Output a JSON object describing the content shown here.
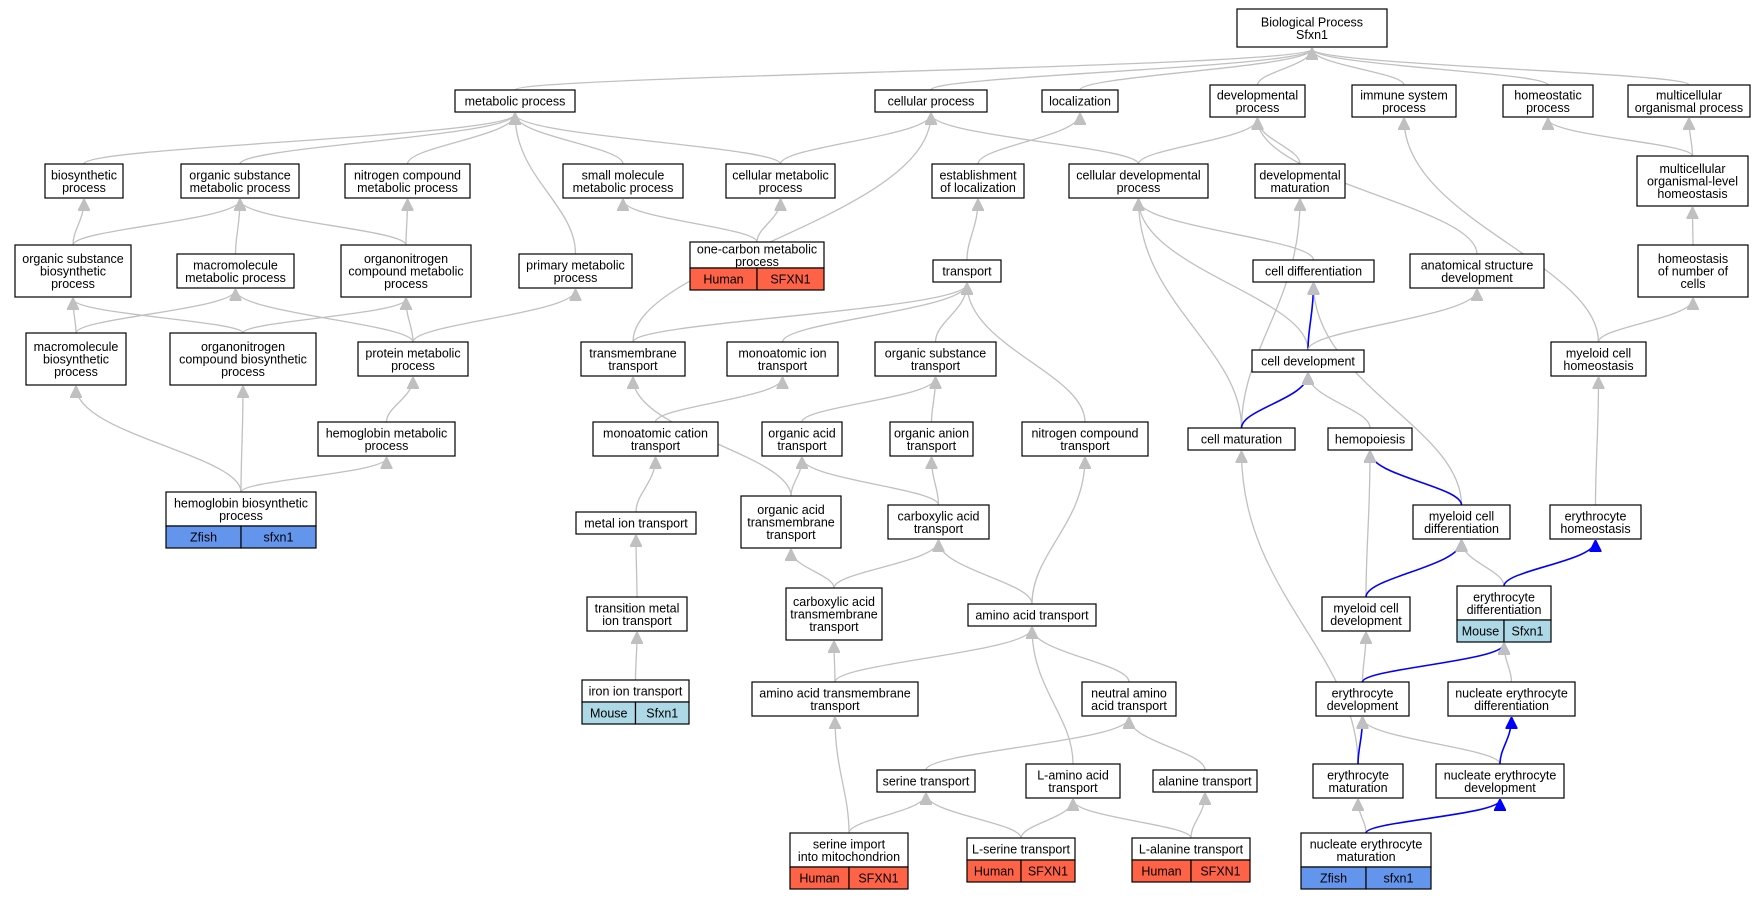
{
  "graph": {
    "colors": {
      "human": "#ff6347",
      "mouse": "#add8e6",
      "zfish": "#6495ed",
      "edge_default": "#c0c0c0",
      "edge_highlight": "#0000ff",
      "node_border": "#000000",
      "node_fill": "#ffffff"
    },
    "nodes": [
      {
        "id": "root",
        "lines": [
          "Biological Process",
          "Sfxn1"
        ]
      },
      {
        "id": "metabolic",
        "lines": [
          "metabolic process"
        ]
      },
      {
        "id": "cellular",
        "lines": [
          "cellular process"
        ]
      },
      {
        "id": "localization",
        "lines": [
          "localization"
        ]
      },
      {
        "id": "developmental",
        "lines": [
          "developmental",
          "process"
        ]
      },
      {
        "id": "immune",
        "lines": [
          "immune system",
          "process"
        ]
      },
      {
        "id": "homeostatic",
        "lines": [
          "homeostatic",
          "process"
        ]
      },
      {
        "id": "multicellular",
        "lines": [
          "multicellular",
          "organismal process"
        ]
      },
      {
        "id": "biosynthetic",
        "lines": [
          "biosynthetic",
          "process"
        ]
      },
      {
        "id": "orgsubmet",
        "lines": [
          "organic substance",
          "metabolic process"
        ]
      },
      {
        "id": "nitrocompmet",
        "lines": [
          "nitrogen compound",
          "metabolic process"
        ]
      },
      {
        "id": "smallmol",
        "lines": [
          "small molecule",
          "metabolic process"
        ]
      },
      {
        "id": "cellmet",
        "lines": [
          "cellular metabolic",
          "process"
        ]
      },
      {
        "id": "estloc",
        "lines": [
          "establishment",
          "of localization"
        ]
      },
      {
        "id": "celldevproc",
        "lines": [
          "cellular developmental",
          "process"
        ]
      },
      {
        "id": "devmat",
        "lines": [
          "developmental",
          "maturation"
        ]
      },
      {
        "id": "multihomeo",
        "lines": [
          "multicellular",
          "organismal-level",
          "homeostasis"
        ]
      },
      {
        "id": "orgsubbio",
        "lines": [
          "organic substance",
          "biosynthetic",
          "process"
        ]
      },
      {
        "id": "macromet",
        "lines": [
          "macromolecule",
          "metabolic process"
        ]
      },
      {
        "id": "orgnitmet",
        "lines": [
          "organonitrogen",
          "compound metabolic",
          "process"
        ]
      },
      {
        "id": "primmet",
        "lines": [
          "primary metabolic",
          "process"
        ]
      },
      {
        "id": "onecarbon",
        "lines": [
          "one-carbon metabolic",
          "process"
        ],
        "badges": [
          {
            "species": "Human",
            "gene": "SFXN1",
            "color": "#ff6347"
          }
        ]
      },
      {
        "id": "transport",
        "lines": [
          "transport"
        ]
      },
      {
        "id": "celldiff",
        "lines": [
          "cell differentiation"
        ]
      },
      {
        "id": "anatstruct",
        "lines": [
          "anatomical structure",
          "development"
        ]
      },
      {
        "id": "homeonum",
        "lines": [
          "homeostasis",
          "of number of",
          "cells"
        ]
      },
      {
        "id": "macrobio",
        "lines": [
          "macromolecule",
          "biosynthetic",
          "process"
        ]
      },
      {
        "id": "orgnitbio",
        "lines": [
          "organonitrogen",
          "compound biosynthetic",
          "process"
        ]
      },
      {
        "id": "protmet",
        "lines": [
          "protein metabolic",
          "process"
        ]
      },
      {
        "id": "tmtransport",
        "lines": [
          "transmembrane",
          "transport"
        ]
      },
      {
        "id": "monotransport",
        "lines": [
          "monoatomic ion",
          "transport"
        ]
      },
      {
        "id": "orgsubtrans",
        "lines": [
          "organic substance",
          "transport"
        ]
      },
      {
        "id": "celldev",
        "lines": [
          "cell development"
        ]
      },
      {
        "id": "myelhomeo",
        "lines": [
          "myeloid cell",
          "homeostasis"
        ]
      },
      {
        "id": "hemomet",
        "lines": [
          "hemoglobin metabolic",
          "process"
        ]
      },
      {
        "id": "monocation",
        "lines": [
          "monoatomic cation",
          "transport"
        ]
      },
      {
        "id": "orgacid",
        "lines": [
          "organic acid",
          "transport"
        ]
      },
      {
        "id": "organion",
        "lines": [
          "organic anion",
          "transport"
        ]
      },
      {
        "id": "nitrotrans",
        "lines": [
          "nitrogen compound",
          "transport"
        ]
      },
      {
        "id": "cellmat",
        "lines": [
          "cell maturation"
        ]
      },
      {
        "id": "hemopoiesis",
        "lines": [
          "hemopoiesis"
        ]
      },
      {
        "id": "hemobio",
        "lines": [
          "hemoglobin biosynthetic",
          "process"
        ],
        "badges": [
          {
            "species": "Zfish",
            "gene": "sfxn1",
            "color": "#6495ed"
          }
        ]
      },
      {
        "id": "metalion",
        "lines": [
          "metal ion transport"
        ]
      },
      {
        "id": "orgacidtm",
        "lines": [
          "organic acid",
          "transmembrane",
          "transport"
        ]
      },
      {
        "id": "carbacid",
        "lines": [
          "carboxylic acid",
          "transport"
        ]
      },
      {
        "id": "myeldiff",
        "lines": [
          "myeloid cell",
          "differentiation"
        ]
      },
      {
        "id": "erythhomeo",
        "lines": [
          "erythrocyte",
          "homeostasis"
        ]
      },
      {
        "id": "transmetal",
        "lines": [
          "transition metal",
          "ion transport"
        ]
      },
      {
        "id": "carbacidtm",
        "lines": [
          "carboxylic acid",
          "transmembrane",
          "transport"
        ]
      },
      {
        "id": "aminotrans",
        "lines": [
          "amino acid transport"
        ]
      },
      {
        "id": "myeldev",
        "lines": [
          "myeloid cell",
          "development"
        ]
      },
      {
        "id": "erythdiff",
        "lines": [
          "erythrocyte",
          "differentiation"
        ],
        "badges": [
          {
            "species": "Mouse",
            "gene": "Sfxn1",
            "color": "#add8e6"
          }
        ]
      },
      {
        "id": "ironion",
        "lines": [
          "iron ion transport"
        ],
        "badges": [
          {
            "species": "Mouse",
            "gene": "Sfxn1",
            "color": "#add8e6"
          }
        ]
      },
      {
        "id": "aminotm",
        "lines": [
          "amino acid transmembrane",
          "transport"
        ]
      },
      {
        "id": "neutralamino",
        "lines": [
          "neutral amino",
          "acid transport"
        ]
      },
      {
        "id": "erythdev",
        "lines": [
          "erythrocyte",
          "development"
        ]
      },
      {
        "id": "nucerythdiff",
        "lines": [
          "nucleate erythrocyte",
          "differentiation"
        ]
      },
      {
        "id": "serine",
        "lines": [
          "serine transport"
        ]
      },
      {
        "id": "lamino",
        "lines": [
          "L-amino acid",
          "transport"
        ]
      },
      {
        "id": "alanine",
        "lines": [
          "alanine transport"
        ]
      },
      {
        "id": "erythmat",
        "lines": [
          "erythrocyte",
          "maturation"
        ]
      },
      {
        "id": "nucerythdev",
        "lines": [
          "nucleate erythrocyte",
          "development"
        ]
      },
      {
        "id": "serineimport",
        "lines": [
          "serine import",
          "into mitochondrion"
        ],
        "badges": [
          {
            "species": "Human",
            "gene": "SFXN1",
            "color": "#ff6347"
          }
        ]
      },
      {
        "id": "lserine",
        "lines": [
          "L-serine transport"
        ],
        "badges": [
          {
            "species": "Human",
            "gene": "SFXN1",
            "color": "#ff6347"
          }
        ]
      },
      {
        "id": "lalanine",
        "lines": [
          "L-alanine transport"
        ],
        "badges": [
          {
            "species": "Human",
            "gene": "SFXN1",
            "color": "#ff6347"
          }
        ]
      },
      {
        "id": "nucerythmat",
        "lines": [
          "nucleate erythrocyte",
          "maturation"
        ],
        "badges": [
          {
            "species": "Zfish",
            "gene": "sfxn1",
            "color": "#6495ed"
          }
        ]
      }
    ],
    "edges": [
      {
        "from": "metabolic",
        "to": "root"
      },
      {
        "from": "cellular",
        "to": "root"
      },
      {
        "from": "localization",
        "to": "root"
      },
      {
        "from": "developmental",
        "to": "root"
      },
      {
        "from": "immune",
        "to": "root"
      },
      {
        "from": "homeostatic",
        "to": "root"
      },
      {
        "from": "multicellular",
        "to": "root"
      },
      {
        "from": "biosynthetic",
        "to": "metabolic"
      },
      {
        "from": "orgsubmet",
        "to": "metabolic"
      },
      {
        "from": "nitrocompmet",
        "to": "metabolic"
      },
      {
        "from": "smallmol",
        "to": "metabolic"
      },
      {
        "from": "cellmet",
        "to": "metabolic"
      },
      {
        "from": "primmet",
        "to": "metabolic"
      },
      {
        "from": "cellmet",
        "to": "cellular"
      },
      {
        "from": "celldevproc",
        "to": "cellular"
      },
      {
        "from": "tmtransport",
        "to": "cellular"
      },
      {
        "from": "estloc",
        "to": "localization"
      },
      {
        "from": "celldevproc",
        "to": "developmental"
      },
      {
        "from": "devmat",
        "to": "developmental"
      },
      {
        "from": "anatstruct",
        "to": "developmental"
      },
      {
        "from": "myelhomeo",
        "to": "immune"
      },
      {
        "from": "multihomeo",
        "to": "homeostatic"
      },
      {
        "from": "multihomeo",
        "to": "multicellular"
      },
      {
        "from": "orgsubbio",
        "to": "biosynthetic"
      },
      {
        "from": "orgsubbio",
        "to": "orgsubmet"
      },
      {
        "from": "macromet",
        "to": "orgsubmet"
      },
      {
        "from": "orgnitmet",
        "to": "orgsubmet"
      },
      {
        "from": "orgnitmet",
        "to": "nitrocompmet"
      },
      {
        "from": "onecarbon",
        "to": "smallmol"
      },
      {
        "from": "onecarbon",
        "to": "cellmet"
      },
      {
        "from": "transport",
        "to": "estloc"
      },
      {
        "from": "celldiff",
        "to": "celldevproc"
      },
      {
        "from": "cellmat",
        "to": "celldevproc"
      },
      {
        "from": "celldev",
        "to": "celldevproc"
      },
      {
        "from": "cellmat",
        "to": "devmat"
      },
      {
        "from": "homeonum",
        "to": "multihomeo"
      },
      {
        "from": "macrobio",
        "to": "orgsubbio"
      },
      {
        "from": "macrobio",
        "to": "macromet"
      },
      {
        "from": "orgnitbio",
        "to": "orgsubbio"
      },
      {
        "from": "orgnitbio",
        "to": "orgnitmet"
      },
      {
        "from": "protmet",
        "to": "macromet"
      },
      {
        "from": "protmet",
        "to": "orgnitmet"
      },
      {
        "from": "protmet",
        "to": "primmet"
      },
      {
        "from": "tmtransport",
        "to": "transport"
      },
      {
        "from": "monotransport",
        "to": "transport"
      },
      {
        "from": "orgsubtrans",
        "to": "transport"
      },
      {
        "from": "nitrotrans",
        "to": "transport"
      },
      {
        "from": "celldev",
        "to": "celldiff",
        "highlight": true
      },
      {
        "from": "celldev",
        "to": "anatstruct"
      },
      {
        "from": "myeldiff",
        "to": "celldiff"
      },
      {
        "from": "myelhomeo",
        "to": "homeonum"
      },
      {
        "from": "hemobio",
        "to": "macrobio"
      },
      {
        "from": "hemobio",
        "to": "orgnitbio"
      },
      {
        "from": "hemobio",
        "to": "hemomet"
      },
      {
        "from": "hemomet",
        "to": "protmet"
      },
      {
        "from": "orgacidtm",
        "to": "tmtransport"
      },
      {
        "from": "monocation",
        "to": "monotransport"
      },
      {
        "from": "orgacid",
        "to": "orgsubtrans"
      },
      {
        "from": "organion",
        "to": "orgsubtrans"
      },
      {
        "from": "cellmat",
        "to": "celldev",
        "highlight": true
      },
      {
        "from": "hemopoiesis",
        "to": "celldev"
      },
      {
        "from": "erythhomeo",
        "to": "myelhomeo"
      },
      {
        "from": "metalion",
        "to": "monocation"
      },
      {
        "from": "orgacidtm",
        "to": "orgacid"
      },
      {
        "from": "carbacid",
        "to": "orgacid"
      },
      {
        "from": "carbacid",
        "to": "organion"
      },
      {
        "from": "aminotrans",
        "to": "nitrotrans"
      },
      {
        "from": "erythmat",
        "to": "cellmat"
      },
      {
        "from": "myeldiff",
        "to": "hemopoiesis",
        "highlight": true
      },
      {
        "from": "myeldev",
        "to": "hemopoiesis"
      },
      {
        "from": "transmetal",
        "to": "metalion"
      },
      {
        "from": "carbacidtm",
        "to": "orgacidtm"
      },
      {
        "from": "carbacidtm",
        "to": "carbacid"
      },
      {
        "from": "aminotrans",
        "to": "carbacid"
      },
      {
        "from": "myeldev",
        "to": "myeldiff",
        "highlight": true
      },
      {
        "from": "erythdiff",
        "to": "myeldiff"
      },
      {
        "from": "erythdiff",
        "to": "erythhomeo",
        "highlight": true
      },
      {
        "from": "ironion",
        "to": "transmetal"
      },
      {
        "from": "aminotm",
        "to": "carbacidtm"
      },
      {
        "from": "aminotm",
        "to": "aminotrans"
      },
      {
        "from": "neutralamino",
        "to": "aminotrans"
      },
      {
        "from": "lamino",
        "to": "aminotrans"
      },
      {
        "from": "erythdev",
        "to": "myeldev"
      },
      {
        "from": "erythdev",
        "to": "erythdiff",
        "highlight": true
      },
      {
        "from": "nucerythdiff",
        "to": "erythdiff"
      },
      {
        "from": "serine",
        "to": "neutralamino"
      },
      {
        "from": "alanine",
        "to": "neutralamino"
      },
      {
        "from": "erythmat",
        "to": "erythdev",
        "highlight": true
      },
      {
        "from": "nucerythdev",
        "to": "erythdev"
      },
      {
        "from": "nucerythdev",
        "to": "nucerythdiff",
        "highlight": true
      },
      {
        "from": "serineimport",
        "to": "aminotm"
      },
      {
        "from": "serineimport",
        "to": "serine"
      },
      {
        "from": "lserine",
        "to": "serine"
      },
      {
        "from": "lserine",
        "to": "lamino"
      },
      {
        "from": "lalanine",
        "to": "lamino"
      },
      {
        "from": "lalanine",
        "to": "alanine"
      },
      {
        "from": "nucerythmat",
        "to": "erythmat"
      },
      {
        "from": "nucerythmat",
        "to": "nucerythdev",
        "highlight": true
      }
    ]
  }
}
